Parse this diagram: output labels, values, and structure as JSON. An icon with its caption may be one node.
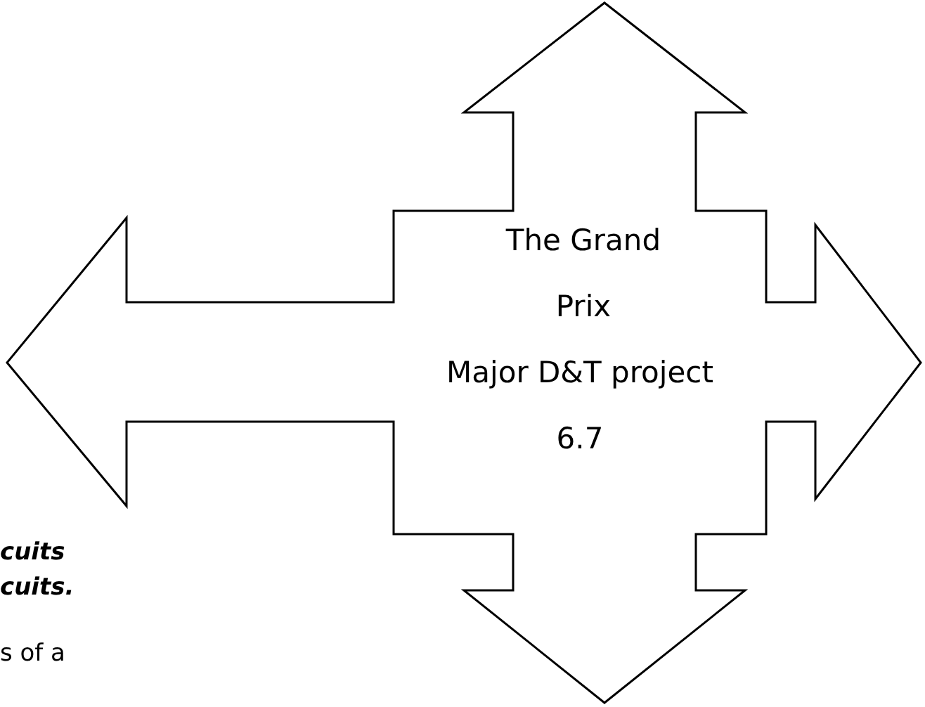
{
  "diagram": {
    "nodes": [
      {
        "text": [
          "The Grand Prix",
          "Major D&T project",
          "6.7"
        ]
      }
    ],
    "edges": [],
    "labels": [
      "cuits",
      "cuits.",
      "s of a"
    ]
  }
}
